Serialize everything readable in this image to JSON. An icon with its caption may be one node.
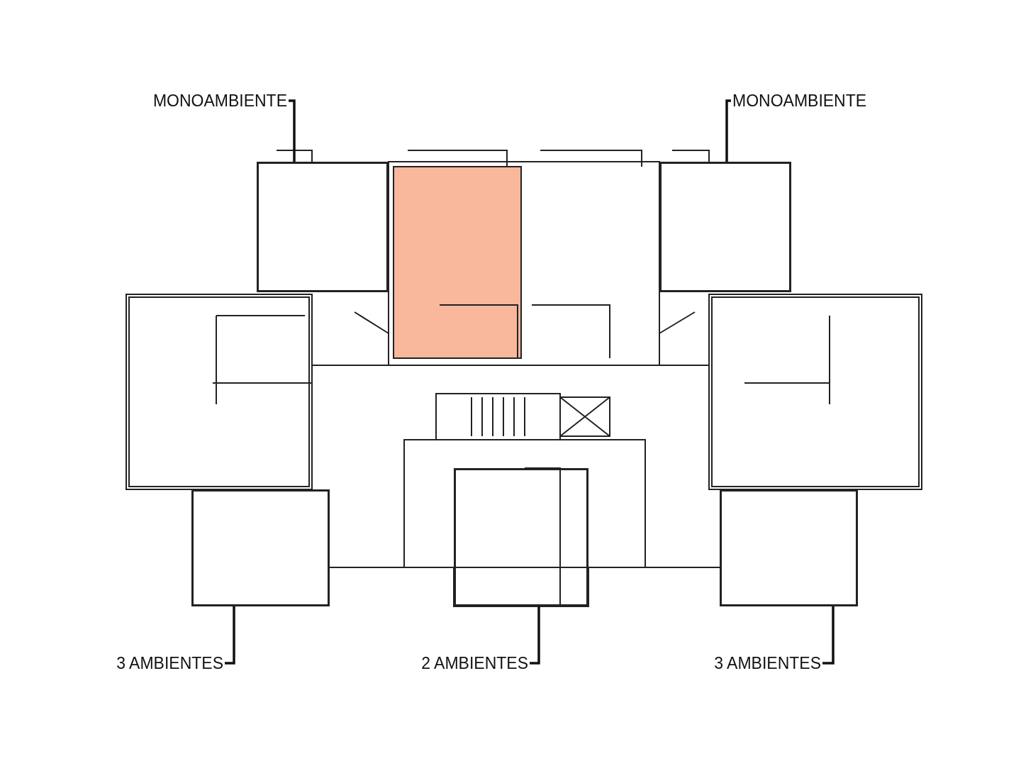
{
  "diagram": {
    "nodes": [
      {
        "text": [
          "MONOAMBIENTE"
        ]
      },
      {
        "text": [
          "MONOAMBIENTE"
        ]
      },
      {
        "text": [
          "3 AMBIENTES"
        ]
      },
      {
        "text": [
          "2 AMBIENTES"
        ]
      },
      {
        "text": [
          "3 AMBIENTES"
        ]
      },
      {
        "text": [],
        "shape": "box"
      },
      {
        "text": [],
        "shape": "box"
      },
      {
        "text": [],
        "shape": "box"
      },
      {
        "text": [],
        "shape": "box"
      },
      {
        "text": [],
        "shape": "box"
      }
    ],
    "edges": [
      {
        "from": 0,
        "to": 5,
        "arrow": "none"
      },
      {
        "from": 1,
        "to": 6,
        "arrow": "none"
      },
      {
        "from": 2,
        "to": 7,
        "arrow": "none"
      },
      {
        "from": 3,
        "to": 8,
        "arrow": "none"
      },
      {
        "from": 4,
        "to": 9,
        "arrow": "none"
      }
    ]
  }
}
